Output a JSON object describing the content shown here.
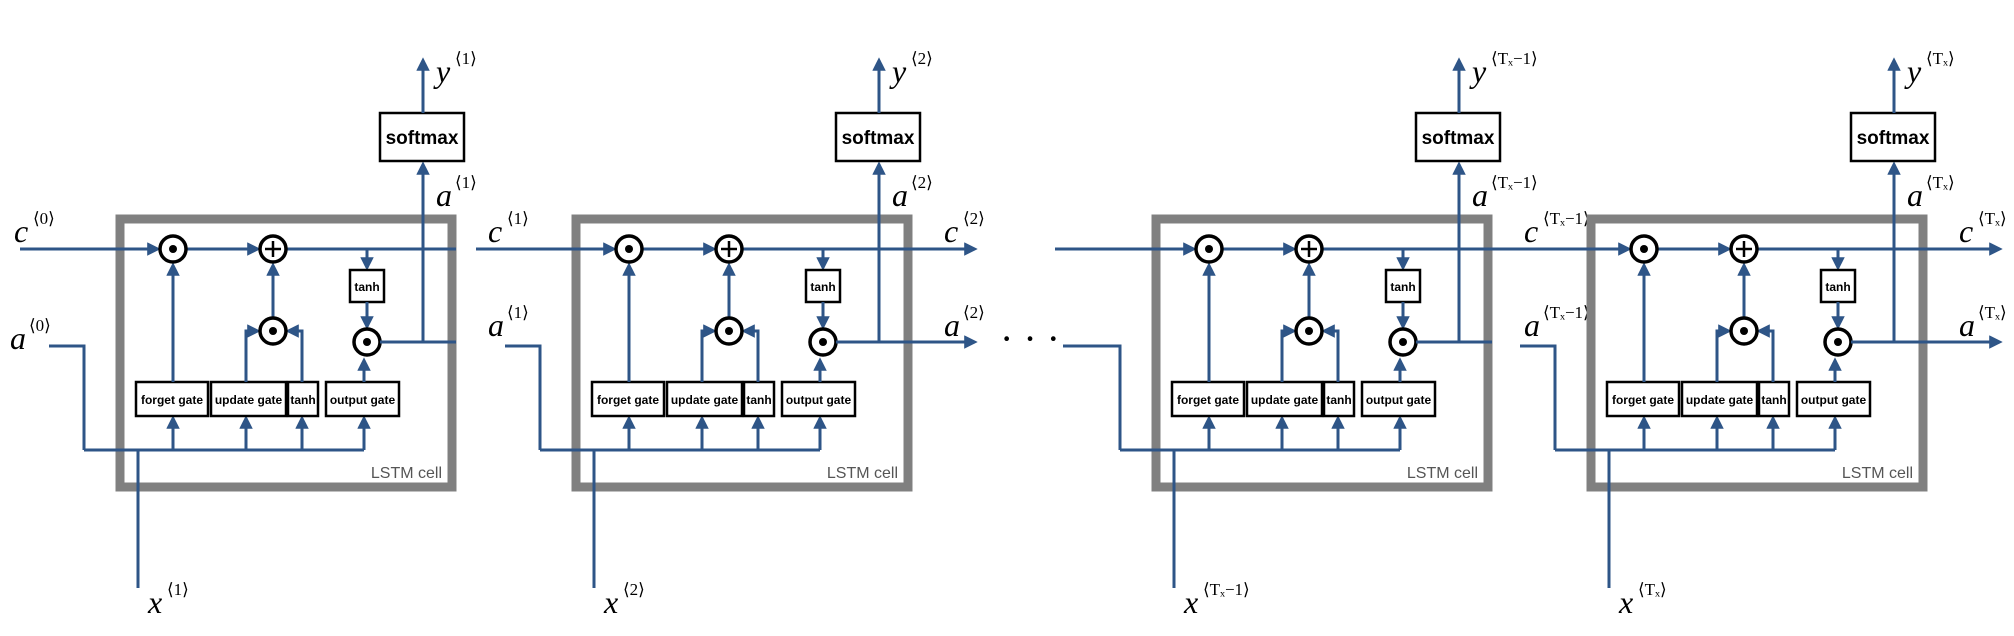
{
  "cells": [
    {
      "cell_label": "LSTM cell",
      "gates": [
        "forget gate",
        "update gate",
        "tanh",
        "output gate"
      ],
      "tanh_label": "tanh",
      "softmax_label": "softmax",
      "vars": {
        "y": {
          "main": "y",
          "sup": "⟨1⟩"
        },
        "a_up": {
          "main": "a",
          "sup": "⟨1⟩"
        },
        "c_out": {
          "main": "c",
          "sup": "⟨1⟩"
        },
        "a_out": {
          "main": "a",
          "sup": "⟨1⟩"
        },
        "x": {
          "main": "x",
          "sup": "⟨1⟩"
        }
      }
    },
    {
      "cell_label": "LSTM cell",
      "gates": [
        "forget gate",
        "update gate",
        "tanh",
        "output gate"
      ],
      "tanh_label": "tanh",
      "softmax_label": "softmax",
      "vars": {
        "y": {
          "main": "y",
          "sup": "⟨2⟩"
        },
        "a_up": {
          "main": "a",
          "sup": "⟨2⟩"
        },
        "c_out": {
          "main": "c",
          "sup": "⟨2⟩"
        },
        "a_out": {
          "main": "a",
          "sup": "⟨2⟩"
        },
        "x": {
          "main": "x",
          "sup": "⟨2⟩"
        }
      }
    },
    {
      "cell_label": "LSTM cell",
      "gates": [
        "forget gate",
        "update gate",
        "tanh",
        "output gate"
      ],
      "tanh_label": "tanh",
      "softmax_label": "softmax",
      "vars": {
        "y": {
          "main": "y",
          "sup": "⟨Tₓ−1⟩"
        },
        "a_up": {
          "main": "a",
          "sup": "⟨Tₓ−1⟩"
        },
        "c_out": {
          "main": "c",
          "sup": "⟨Tₓ−1⟩"
        },
        "a_out": {
          "main": "a",
          "sup": "⟨Tₓ−1⟩"
        },
        "x": {
          "main": "x",
          "sup": "⟨Tₓ−1⟩"
        }
      }
    },
    {
      "cell_label": "LSTM cell",
      "gates": [
        "forget gate",
        "update gate",
        "tanh",
        "output gate"
      ],
      "tanh_label": "tanh",
      "softmax_label": "softmax",
      "vars": {
        "y": {
          "main": "y",
          "sup": "⟨Tₓ⟩"
        },
        "a_up": {
          "main": "a",
          "sup": "⟨Tₓ⟩"
        },
        "c_out": {
          "main": "c",
          "sup": "⟨Tₓ⟩"
        },
        "a_out": {
          "main": "a",
          "sup": "⟨Tₓ⟩"
        },
        "x": {
          "main": "x",
          "sup": "⟨Tₓ⟩"
        }
      }
    }
  ],
  "initial": {
    "c0": {
      "main": "c",
      "sup": "⟨0⟩"
    },
    "a0": {
      "main": "a",
      "sup": "⟨0⟩"
    }
  },
  "ellipsis": "· · ·",
  "colors": {
    "wire": "#2e5587",
    "cell_border": "#808080",
    "box_border": "#000000"
  }
}
